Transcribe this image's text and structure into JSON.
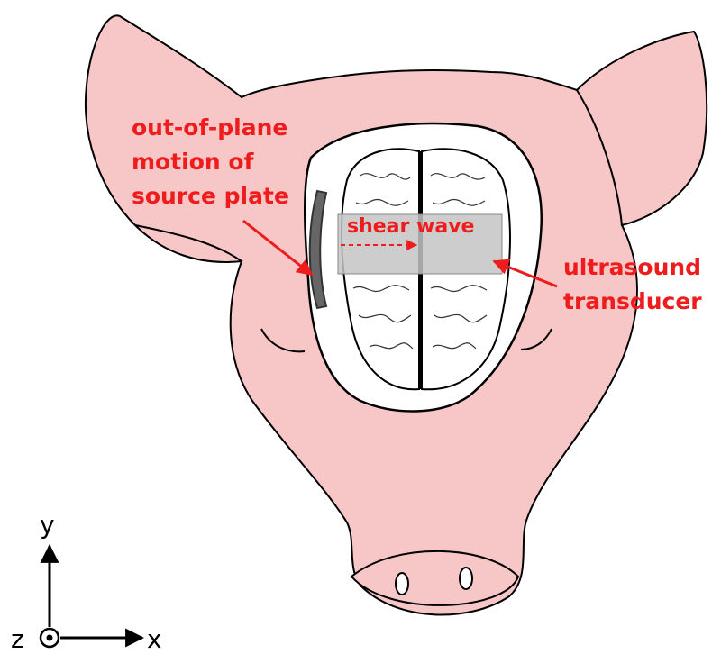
{
  "labels": {
    "source_plate": [
      "out-of-plane",
      "motion of",
      "source plate"
    ],
    "shear_wave": "shear wave",
    "transducer": [
      "ultrasound",
      "transducer"
    ]
  },
  "axes": {
    "y": "y",
    "x": "x",
    "z": "z"
  },
  "colors": {
    "label_red": "#ee1c1c",
    "skin": "#f7c6c6",
    "outline": "#000000",
    "transducer_fill": "#c4c4c4",
    "plate": "#666666"
  }
}
